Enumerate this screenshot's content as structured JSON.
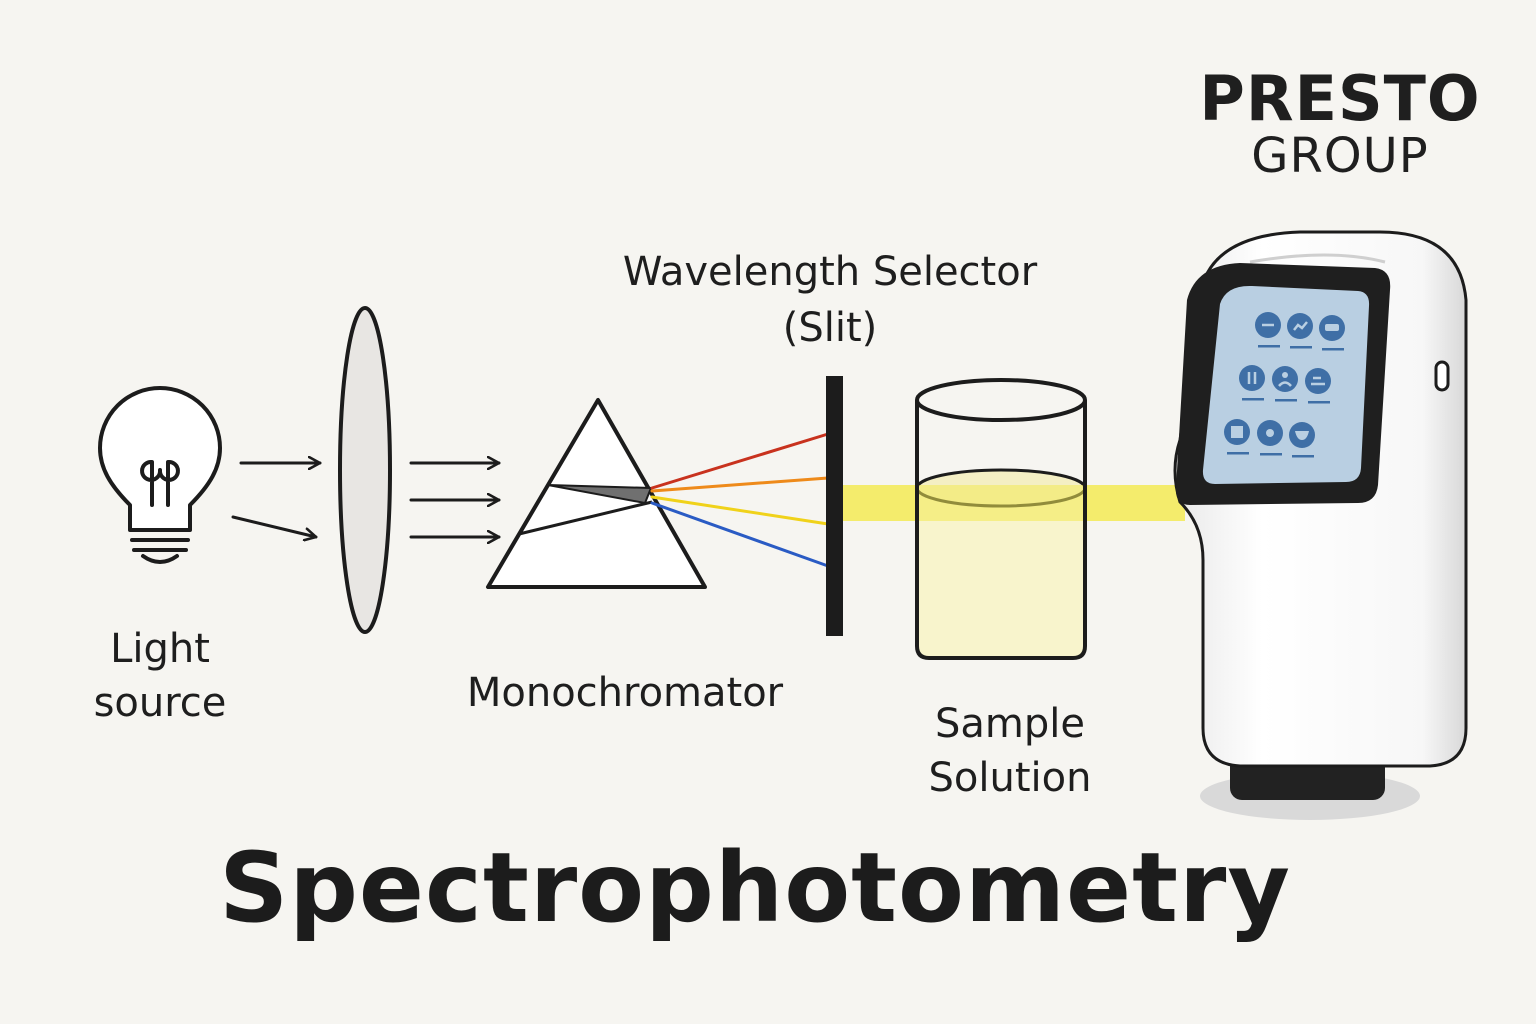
{
  "title": "Spectrophotometry",
  "brand": {
    "line1": "PRESTO",
    "line2": "GROUP"
  },
  "labels": {
    "light_source_line1": "Light",
    "light_source_line2": "source",
    "monochromator": "Monochromator",
    "selector_line1": "Wavelength Selector",
    "selector_line2": "(Slit)",
    "sample_line1": "Sample",
    "sample_line2": "Solution"
  },
  "colors": {
    "background": "#f6f5f1",
    "beam_yellow": "#f3ea55",
    "ray_red": "#c8321e",
    "ray_orange": "#ee8a1a",
    "ray_yellow": "#f0d21a",
    "ray_blue": "#2a5bc4",
    "screen": "#b9cfe2",
    "icon_blue": "#3f6fa6",
    "solution": "#f8f3c9"
  },
  "device_icons": [
    "chat-icon",
    "chart-icon",
    "car-icon",
    "pause-icon",
    "person-icon",
    "graph-icon",
    "document-icon",
    "settings-icon",
    "cup-icon"
  ]
}
